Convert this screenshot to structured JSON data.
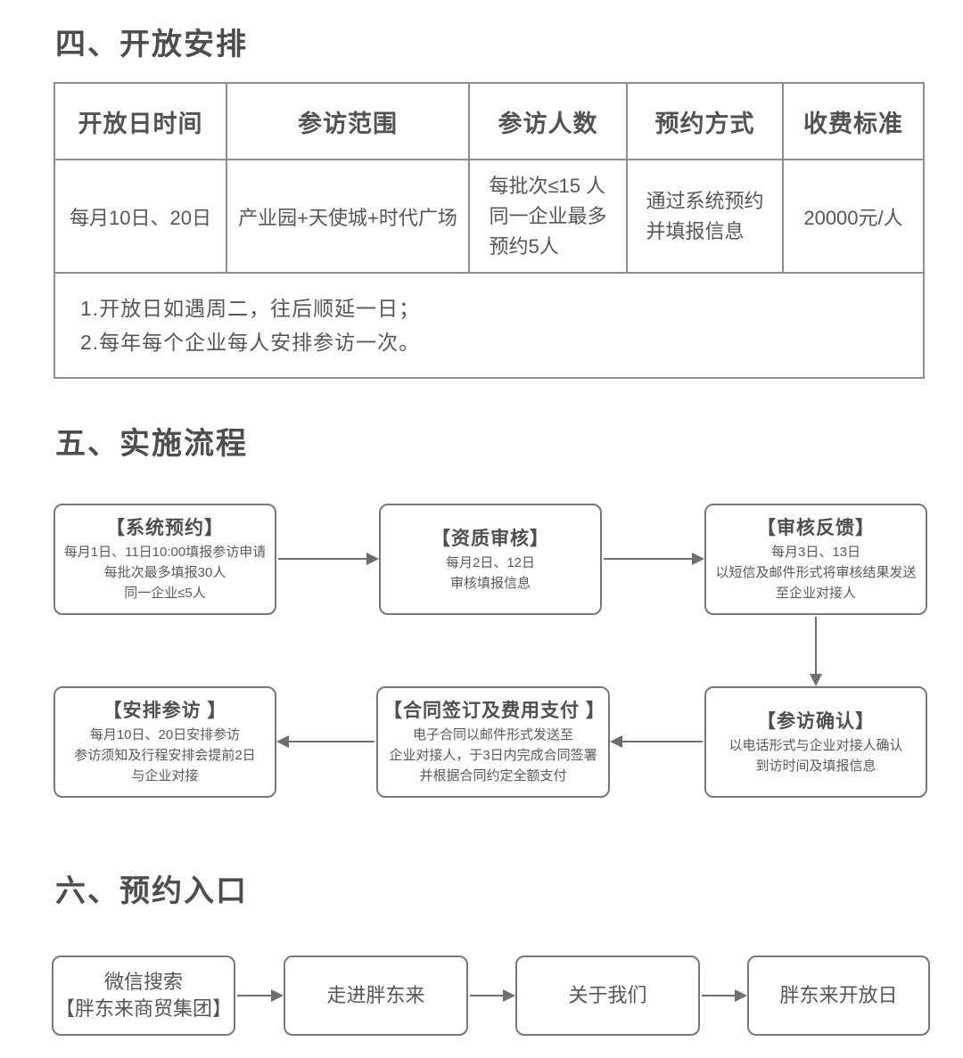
{
  "colors": {
    "text": "#565656",
    "heading": "#4d4d4d",
    "table_border": "#8f8f8f",
    "box_border": "#787878",
    "arrow": "#6e6e6e",
    "background": "#ffffff"
  },
  "section4": {
    "title": "四、开放安排",
    "table": {
      "headers": [
        "开放日时间",
        "参访范围",
        "参访人数",
        "预约方式",
        "收费标准"
      ],
      "row": {
        "time": "每月10日、20日",
        "scope": "产业园+天使城+时代广场",
        "count_lines": [
          "每批次≤15 人",
          "同一企业最多",
          "预约5人"
        ],
        "method_lines": [
          "通过系统预约",
          "并填报信息"
        ],
        "fee": "20000元/人"
      },
      "notes": [
        "1.开放日如遇周二，往后顺延一日；",
        "2.每年每个企业每人安排参访一次。"
      ]
    }
  },
  "section5": {
    "title": "五、实施流程",
    "steps": [
      {
        "title": "【系统预约】",
        "lines": [
          "每月1日、11日10:00填报参访申请",
          "每批次最多填报30人",
          "同一企业≤5人"
        ]
      },
      {
        "title": "【资质审核】",
        "lines": [
          "每月2日、12日",
          "审核填报信息"
        ]
      },
      {
        "title": "【审核反馈】",
        "lines": [
          "每月3日、13日",
          "以短信及邮件形式将审核结果发送",
          "至企业对接人"
        ]
      },
      {
        "title": "【参访确认】",
        "lines": [
          "以电话形式与企业对接人确认",
          "到访时间及填报信息"
        ]
      },
      {
        "title": "【合同签订及费用支付 】",
        "lines": [
          "电子合同以邮件形式发送至",
          "企业对接人，于3日内完成合同签署",
          "并根据合同约定全额支付"
        ]
      },
      {
        "title": "【安排参访 】",
        "lines": [
          "每月10日、20日安排参访",
          "参访须知及行程安排会提前2日",
          "与企业对接"
        ]
      }
    ]
  },
  "section6": {
    "title": "六、预约入口",
    "steps": [
      {
        "lines": [
          "微信搜索",
          "【胖东来商贸集团】"
        ]
      },
      {
        "lines": [
          "走进胖东来"
        ]
      },
      {
        "lines": [
          "关于我们"
        ]
      },
      {
        "lines": [
          "胖东来开放日"
        ]
      }
    ]
  }
}
